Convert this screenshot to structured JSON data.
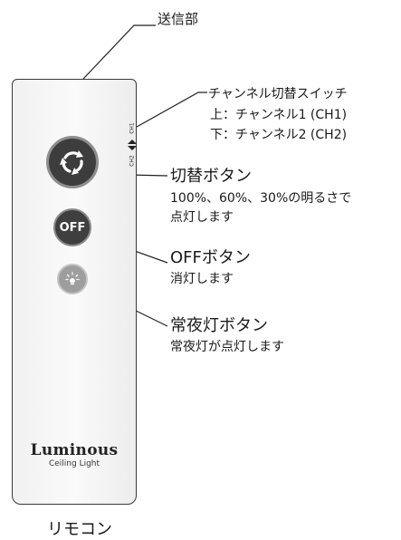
{
  "labels": {
    "transmitter": "送信部",
    "channel_switch": "チャンネル切替スイッチ",
    "channel_up": "上：チャンネル1 (CH1)",
    "channel_down": "下：チャンネル2 (CH2)",
    "cycle_button": "切替ボタン",
    "cycle_desc_1": "100%、60%、30%の明るさで",
    "cycle_desc_2": "点灯します",
    "off_title": "OFFボタン",
    "off_desc": "消灯します",
    "night_title": "常夜灯ボタン",
    "night_desc": "常夜灯が点灯します",
    "remote_caption": "リモコン"
  },
  "remote": {
    "off_button_text": "OFF",
    "switch_ch1": "CH1",
    "switch_ch2": "CH2",
    "brand": "Luminous",
    "brand_sub": "Ceiling Light"
  },
  "icons": {
    "cycle": "cycle-arrows-icon",
    "night": "night-light-icon"
  },
  "colors": {
    "button_dark": "#3d3d3d",
    "button_light": "#9e9e9e",
    "outline": "#3a3a3a"
  }
}
